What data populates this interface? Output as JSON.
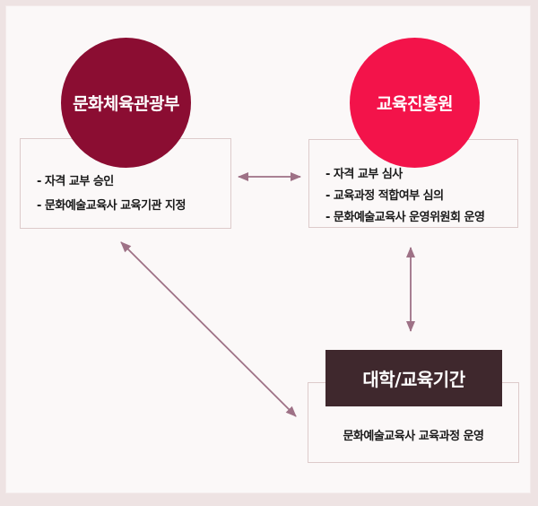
{
  "colors": {
    "page-bg": "#eee3e3",
    "panel-bg": "#fbf8f8",
    "panel-border": "#f3ebeb",
    "ministry-circle": "#8b0d32",
    "institute-circle": "#f3134a",
    "university-box": "#3f282d",
    "box-border": "#ddcbcb",
    "arrow": "#9e7186",
    "text": "#1a1a1a",
    "text-on-dark": "#ffffff"
  },
  "diagram": {
    "ministry": {
      "name": "문화체육관광부",
      "roles": [
        "- 자격 교부 승인",
        "- 문화예술교육사 교육기관 지정"
      ]
    },
    "institute": {
      "name": "교육진흥원",
      "roles": [
        "- 자격 교부 심사",
        "- 교육과정 적합여부 심의",
        "- 문화예술교육사 운영위원회 운영"
      ]
    },
    "university": {
      "name": "대학/교육기간",
      "roles": [
        "문화예술교육사 교육과정 운영"
      ]
    }
  }
}
